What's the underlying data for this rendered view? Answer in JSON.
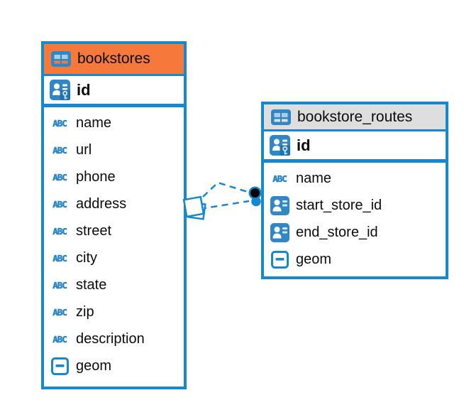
{
  "diagram": {
    "tables": [
      {
        "title": "bookstores",
        "icon": "table-icon",
        "header_color": "#f5793b",
        "primary_key": {
          "label": "id",
          "icon": "primary-key-icon"
        },
        "columns": [
          {
            "label": "name",
            "icon": "text-type-icon"
          },
          {
            "label": "url",
            "icon": "text-type-icon"
          },
          {
            "label": "phone",
            "icon": "text-type-icon"
          },
          {
            "label": "address",
            "icon": "text-type-icon"
          },
          {
            "label": "street",
            "icon": "text-type-icon"
          },
          {
            "label": "city",
            "icon": "text-type-icon"
          },
          {
            "label": "state",
            "icon": "text-type-icon"
          },
          {
            "label": "zip",
            "icon": "text-type-icon"
          },
          {
            "label": "description",
            "icon": "text-type-icon"
          },
          {
            "label": "geom",
            "icon": "geometry-type-icon"
          }
        ]
      },
      {
        "title": "bookstore_routes",
        "icon": "table-icon",
        "header_color": "#dedede",
        "primary_key": {
          "label": "id",
          "icon": "primary-key-icon"
        },
        "columns": [
          {
            "label": "name",
            "icon": "text-type-icon"
          },
          {
            "label": "start_store_id",
            "icon": "foreign-key-icon"
          },
          {
            "label": "end_store_id",
            "icon": "foreign-key-icon"
          },
          {
            "label": "geom",
            "icon": "geometry-type-icon"
          }
        ]
      }
    ],
    "relationship": {
      "description": "dashed lines linking bookstore_routes.start_store_id and end_store_id to bookstores",
      "style": "dashed",
      "from_marker": "tilted-squares",
      "to_marker": "black-dot"
    },
    "icon_labels": {
      "text_type": "ABC"
    },
    "colors": {
      "accent_blue": "#1489cf",
      "icon_blue": "#2f87c6",
      "icon_cell_light": "#a9cde9",
      "orange_header": "#f5793b",
      "gray_header": "#dedede",
      "text": "#0c0c0c",
      "background": "#ffffff",
      "dot_black": "#000000"
    }
  }
}
